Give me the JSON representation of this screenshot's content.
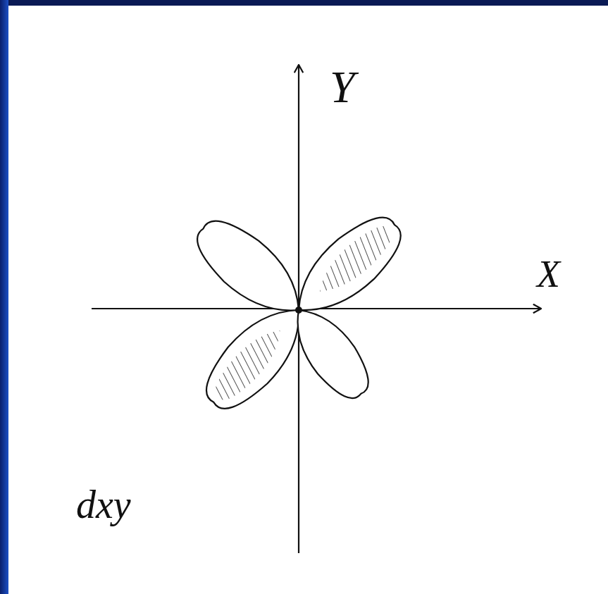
{
  "diagram": {
    "labels": [
      "Y",
      "X",
      "dxy"
    ]
  }
}
